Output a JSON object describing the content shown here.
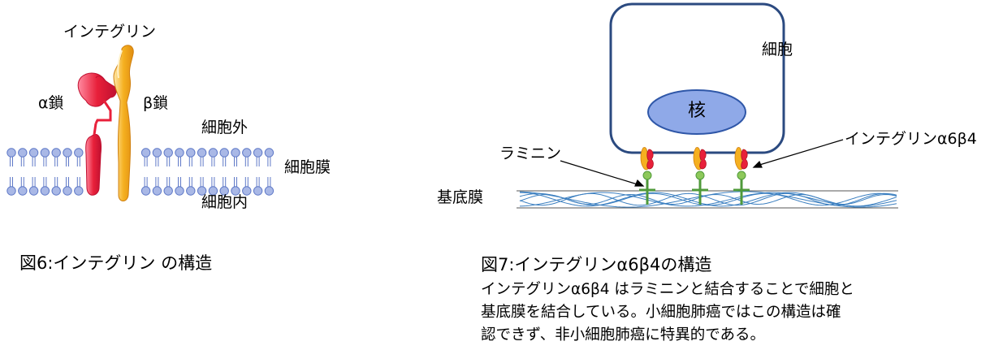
{
  "fig6": {
    "labels": {
      "integrin": "インテグリン",
      "alpha": "α鎖",
      "beta": "β鎖",
      "outside": "細胞外",
      "membrane": "細胞膜",
      "inside": "細胞内"
    },
    "caption": "図6:インテグリン の構造",
    "colors": {
      "alpha_chain": "#e8203a",
      "beta_chain": "#f5b020",
      "lipid_head": "#a9b8e6",
      "lipid_stroke": "#5f79c7"
    }
  },
  "fig7": {
    "labels": {
      "cell": "細胞",
      "nucleus": "核",
      "integrin": "インテグリンα6β4",
      "laminin": "ラミニン",
      "basement": "基底膜"
    },
    "caption": "図7:インテグリンα6β4の構造",
    "description": [
      "インテグリンα6β4 はラミニンと結合することで細胞と",
      "基底膜を結合している。小細胞肺癌ではこの構造は確",
      "認できず、非小細胞肺癌に特異的である。"
    ],
    "colors": {
      "cell_border": "#2b4a80",
      "nucleus_fill": "#8fa9e8",
      "nucleus_stroke": "#2f57a8",
      "laminin": "#4f9a3a",
      "laminin_dot": "#8dc85a",
      "fiber": "#3b7fc0"
    }
  }
}
